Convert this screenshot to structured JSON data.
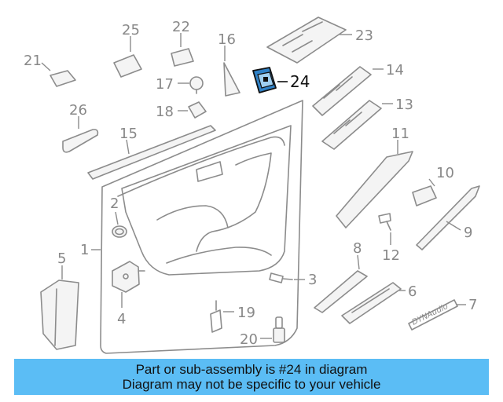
{
  "highlight": {
    "part_number": "24",
    "color": "#2f82c8"
  },
  "callouts": [
    {
      "id": "1",
      "label": "1"
    },
    {
      "id": "2",
      "label": "2"
    },
    {
      "id": "3",
      "label": "3"
    },
    {
      "id": "4",
      "label": "4"
    },
    {
      "id": "5",
      "label": "5"
    },
    {
      "id": "6",
      "label": "6"
    },
    {
      "id": "7",
      "label": "7"
    },
    {
      "id": "8",
      "label": "8"
    },
    {
      "id": "9",
      "label": "9"
    },
    {
      "id": "10",
      "label": "10"
    },
    {
      "id": "11",
      "label": "11"
    },
    {
      "id": "12",
      "label": "12"
    },
    {
      "id": "13",
      "label": "13"
    },
    {
      "id": "14",
      "label": "14"
    },
    {
      "id": "15",
      "label": "15"
    },
    {
      "id": "16",
      "label": "16"
    },
    {
      "id": "17",
      "label": "17"
    },
    {
      "id": "18",
      "label": "18"
    },
    {
      "id": "19",
      "label": "19"
    },
    {
      "id": "20",
      "label": "20"
    },
    {
      "id": "21",
      "label": "21"
    },
    {
      "id": "22",
      "label": "22"
    },
    {
      "id": "23",
      "label": "23"
    },
    {
      "id": "24",
      "label": "24"
    },
    {
      "id": "25",
      "label": "25"
    },
    {
      "id": "26",
      "label": "26"
    }
  ],
  "emblem_text": "DYNAudio",
  "banner": {
    "line1": "Part or sub-assembly is #24 in diagram",
    "line2": "Diagram may not be specific to your vehicle",
    "color": "#5bbdf5"
  }
}
